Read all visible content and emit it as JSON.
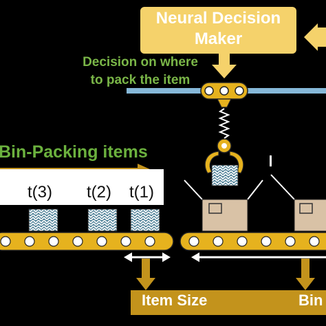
{
  "maker": {
    "line1": "Neural Decision",
    "line2": "Maker"
  },
  "decision": {
    "line1": "Decision on where",
    "line2": "to pack the item"
  },
  "items_label": "Bin-Packing items",
  "time_labels": [
    "t(3)",
    "t(2)",
    "t(1)"
  ],
  "bottom": {
    "item_size": "Item Size",
    "bin_partial": "Bin"
  },
  "colors": {
    "background": "#000000",
    "maker_box": "#f5d26b",
    "green_text": "#7ab648",
    "gold": "#c3931c",
    "belt_yellow": "#e6b21e",
    "rail_blue": "#86b8d8",
    "box_tan": "#d9c2a6",
    "item_teal": "#4f8197"
  }
}
